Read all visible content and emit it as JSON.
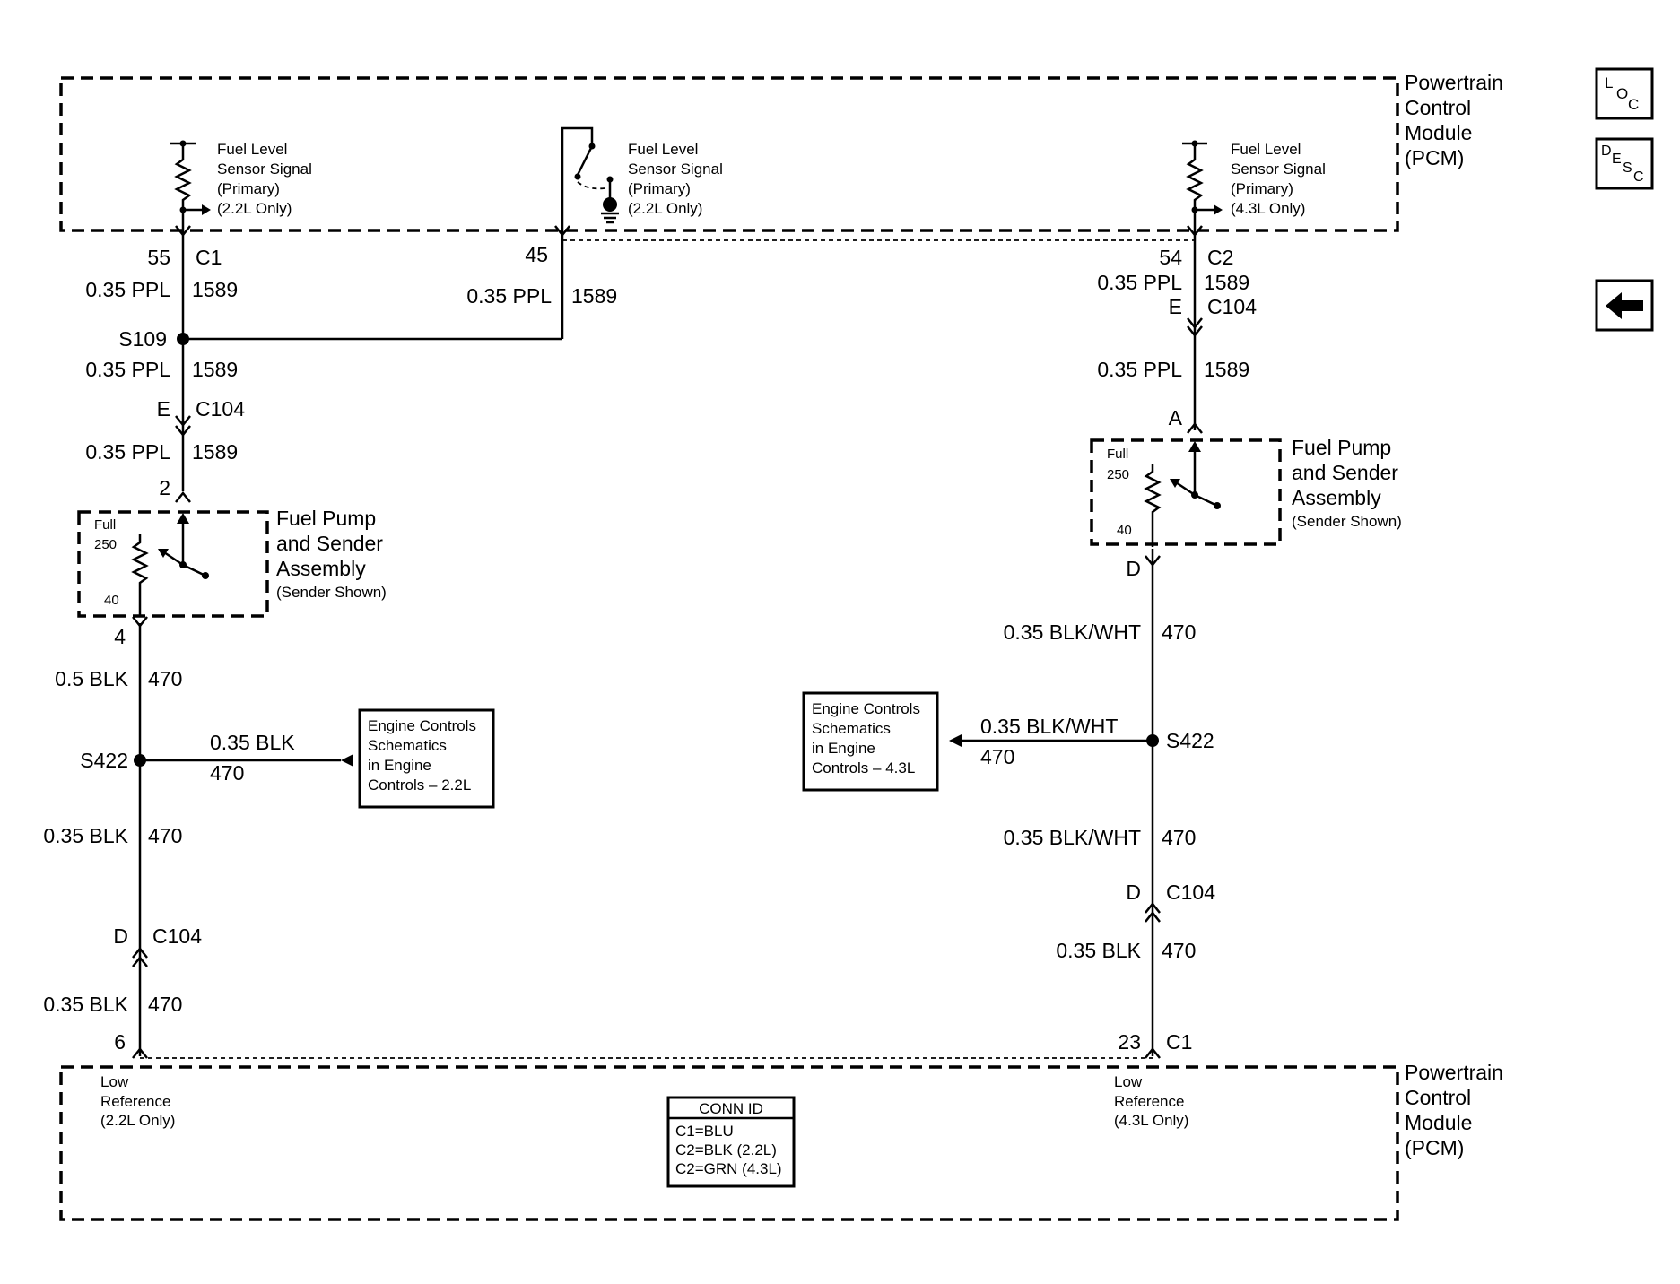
{
  "pcm_top": {
    "l1": "Powertrain",
    "l2": "Control",
    "l3": "Module",
    "l4": "(PCM)"
  },
  "pcm_bottom": {
    "l1": "Powertrain",
    "l2": "Control",
    "l3": "Module",
    "l4": "(PCM)"
  },
  "nav": {
    "loc": [
      "L",
      "O",
      "C"
    ],
    "desc": [
      "D",
      "E",
      "S",
      "C"
    ]
  },
  "sensors": {
    "left": {
      "l1": "Fuel Level",
      "l2": "Sensor Signal",
      "l3": "(Primary)",
      "l4": "(2.2L Only)"
    },
    "middle": {
      "l1": "Fuel Level",
      "l2": "Sensor Signal",
      "l3": "(Primary)",
      "l4": "(2.2L Only)"
    },
    "right": {
      "l1": "Fuel Level",
      "l2": "Sensor Signal",
      "l3": "(Primary)",
      "l4": "(4.3L Only)"
    }
  },
  "left_circuit": {
    "pin55": "55",
    "c1": "C1",
    "w1_gauge": "0.35 PPL",
    "w1_num": "1589",
    "pin45": "45",
    "w_mid_gauge": "0.35 PPL",
    "w_mid_num": "1589",
    "splice": "S109",
    "w2_gauge": "0.35 PPL",
    "w2_num": "1589",
    "conn_e": "E",
    "c104_a": "C104",
    "w3_gauge": "0.35 PPL",
    "w3_num": "1589",
    "pin2": "2",
    "pin4": "4",
    "w4_gauge": "0.5 BLK",
    "w4_num": "470",
    "splice2": "S422",
    "branch_gauge": "0.35 BLK",
    "branch_num": "470",
    "w5_gauge": "0.35 BLK",
    "w5_num": "470",
    "conn_d": "D",
    "c104_b": "C104",
    "w6_gauge": "0.35 BLK",
    "w6_num": "470",
    "pin6": "6"
  },
  "right_circuit": {
    "pin54": "54",
    "c2": "C2",
    "w1_gauge": "0.35 PPL",
    "w1_num": "1589",
    "conn_e": "E",
    "c104_a": "C104",
    "w2_gauge": "0.35 PPL",
    "w2_num": "1589",
    "pin_a": "A",
    "pin_d": "D",
    "w3_gauge": "0.35 BLK/WHT",
    "w3_num": "470",
    "branch_gauge": "0.35 BLK/WHT",
    "branch_num": "470",
    "splice": "S422",
    "w4_gauge": "0.35 BLK/WHT",
    "w4_num": "470",
    "conn_d": "D",
    "c104_b": "C104",
    "w5_gauge": "0.35 BLK",
    "w5_num": "470",
    "pin23": "23",
    "c1": "C1"
  },
  "fuel_pump_left": {
    "l1": "Fuel Pump",
    "l2": "and Sender",
    "l3": "Assembly",
    "l4": "(Sender Shown)",
    "full": "Full",
    "r250": "250",
    "r40": "40"
  },
  "fuel_pump_right": {
    "l1": "Fuel Pump",
    "l2": "and Sender",
    "l3": "Assembly",
    "l4": "(Sender Shown)",
    "full": "Full",
    "r250": "250",
    "r40": "40"
  },
  "ref_left": {
    "l1": "Engine Controls",
    "l2": "Schematics",
    "l3": "in Engine",
    "l4": "Controls – 2.2L"
  },
  "ref_right": {
    "l1": "Engine Controls",
    "l2": "Schematics",
    "l3": "in Engine",
    "l4": "Controls – 4.3L"
  },
  "low_ref_left": {
    "l1": "Low",
    "l2": "Reference",
    "l3": "(2.2L Only)"
  },
  "low_ref_right": {
    "l1": "Low",
    "l2": "Reference",
    "l3": "(4.3L Only)"
  },
  "conn_id": {
    "title": "CONN ID",
    "l1": "C1=BLU",
    "l2": "C2=BLK (2.2L)",
    "l3": "C2=GRN (4.3L)"
  }
}
